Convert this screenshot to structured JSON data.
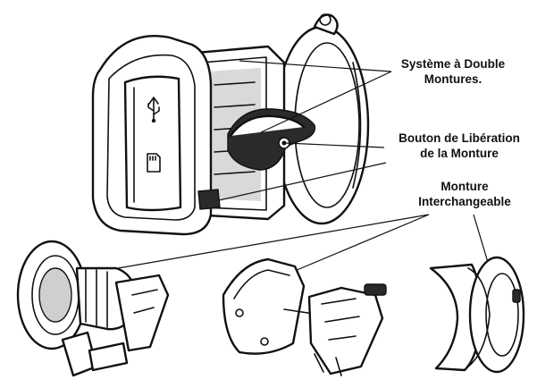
{
  "callouts": {
    "double_mount": [
      "Système à Double",
      "Montures."
    ],
    "release_button": [
      "Bouton de Libération",
      "de la Monture"
    ],
    "interchangeable_mount": [
      "Monture",
      "Interchangeable"
    ]
  },
  "icons": {
    "usb": "usb-symbol-icon",
    "sd_card": "sd-card-icon"
  }
}
